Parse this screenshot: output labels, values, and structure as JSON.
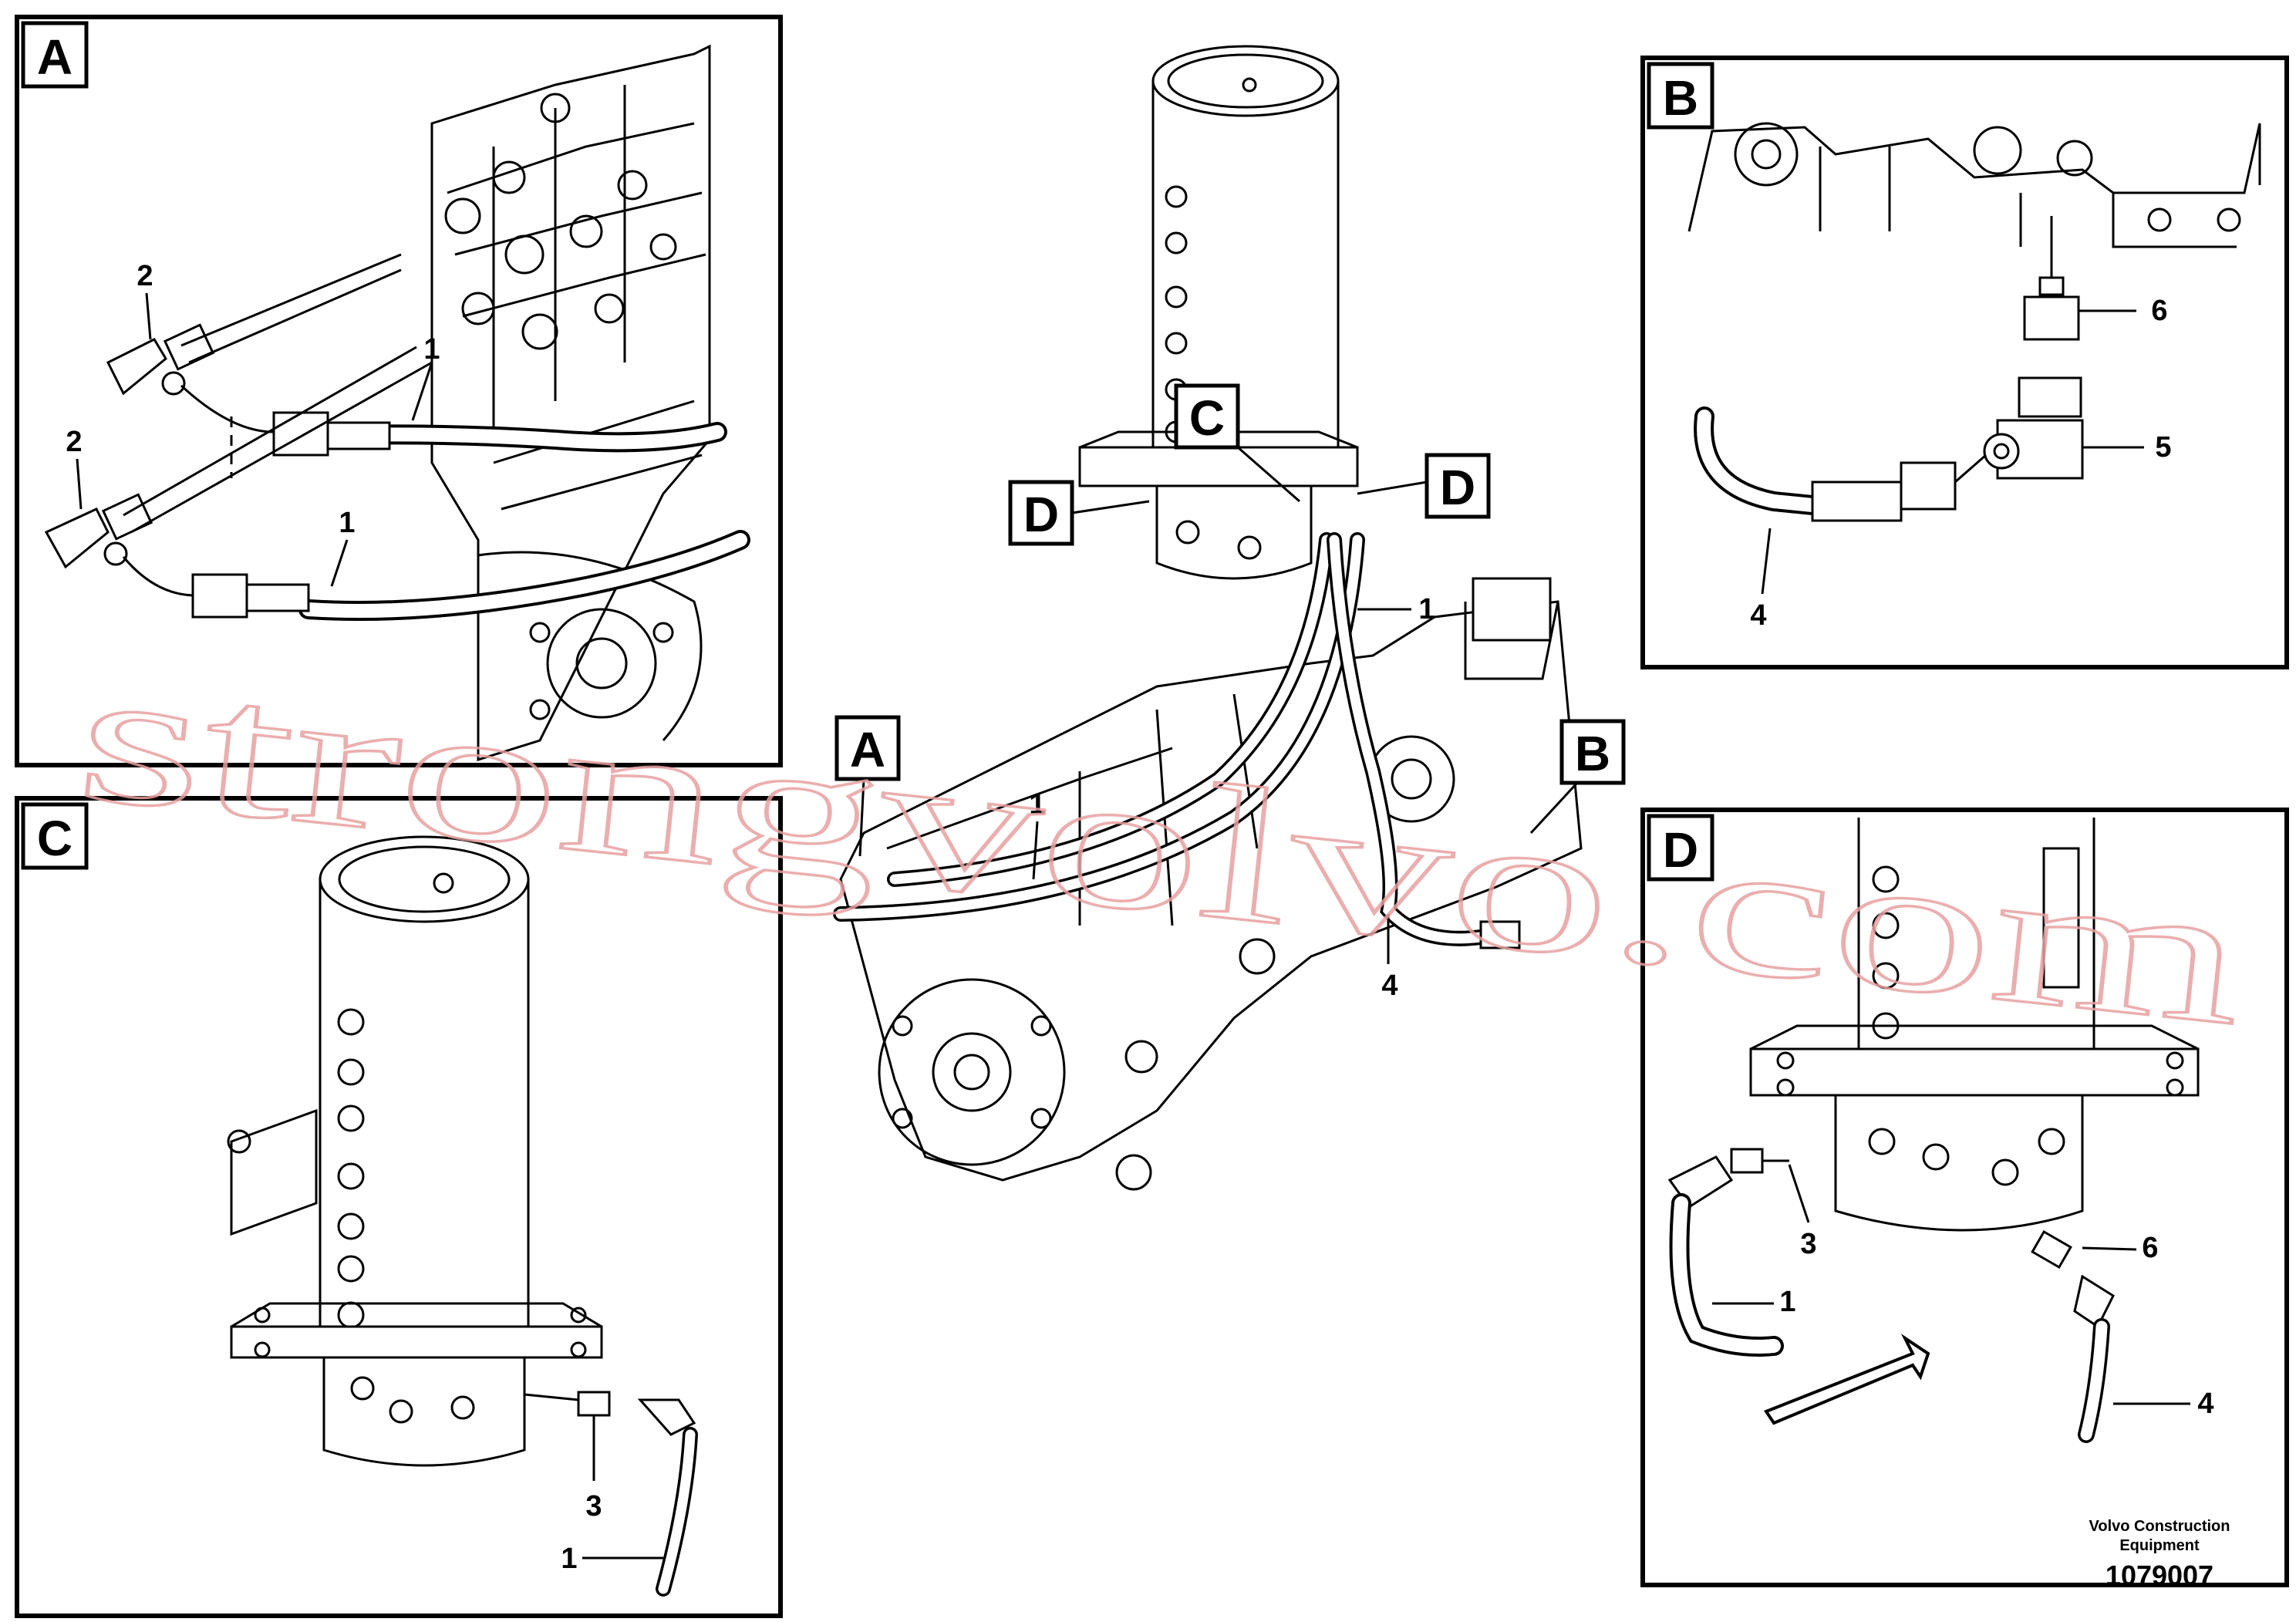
{
  "detail_panels": {
    "A": {
      "letter": "A",
      "callouts": [
        "2",
        "1",
        "2",
        "1"
      ]
    },
    "B": {
      "letter": "B",
      "callouts": [
        "6",
        "5",
        "4"
      ]
    },
    "C": {
      "letter": "C",
      "callouts": [
        "3",
        "1"
      ]
    },
    "D": {
      "letter": "D",
      "callouts": [
        "3",
        "1",
        "6",
        "4"
      ]
    }
  },
  "main_view": {
    "marker_letters": [
      "A",
      "B",
      "C",
      "D",
      "D"
    ],
    "callouts": [
      "1",
      "1",
      "4"
    ]
  },
  "watermark": "strongvolvo.com",
  "footer": {
    "company_line1": "Volvo Construction",
    "company_line2": "Equipment",
    "drawing_number": "1079007"
  }
}
